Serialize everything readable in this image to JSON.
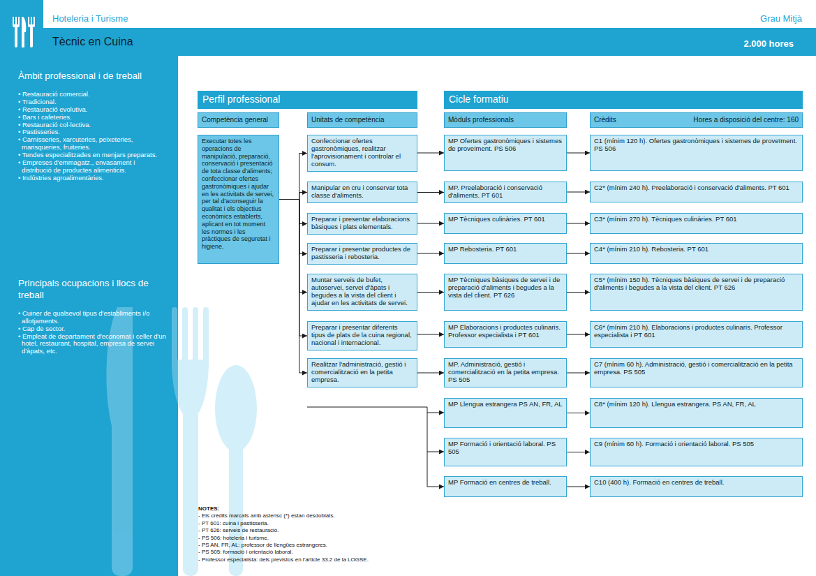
{
  "diagram": {
    "title": "Tècnic en Cuina",
    "nodes": [
      {
        "text": [
          "Perfil professional"
        ]
      },
      {
        "text": [
          "Cicle formatiu"
        ]
      },
      {
        "text": [
          "Competència general"
        ]
      },
      {
        "text": [
          "Unitats de competència"
        ]
      },
      {
        "text": [
          "Mòduls professionals"
        ]
      },
      {
        "text": [
          "Crèdits",
          "Hores a disposició del centre: 160"
        ]
      },
      {
        "text": [
          "Executar totes les operacions de manipulació, preparació, conservació i presentació de tota classe d'aliments; confeccionar ofertes gastronòmiques i ajudar en les activitats de servei, per tal d'aconseguir la qualitat i els objectius econòmics establerts, aplicant en tot moment les normes i les pràctiques de seguretat i higiene."
        ]
      },
      {
        "text": [
          "Confeccionar ofertes gastronòmiques, realitzar l'aprovisionament i controlar el consum."
        ]
      },
      {
        "text": [
          "Manipular en cru i conservar tota classe d'aliments."
        ]
      },
      {
        "text": [
          "Preparar i presentar elaboracions bàsiques i plats elementals."
        ]
      },
      {
        "text": [
          "Preparar i presentar productes de pastisseria i rebosteria."
        ]
      },
      {
        "text": [
          "Muntar serveis de bufet, autoservei, servei d'àpats i begudes a la vista del client i ajudar en les activitats de servei."
        ]
      },
      {
        "text": [
          "Preparar i presentar diferents tipus de plats de la cuina regional, nacional i internacional."
        ]
      },
      {
        "text": [
          "Realitzar l'administració, gestió i comercialització en la petita empresa."
        ]
      },
      {
        "text": [
          "MP Ofertes gastronòmiques i sistemes de proveïment. PS 506"
        ]
      },
      {
        "text": [
          "MP. Preelaboració i conservació d'aliments. PT 601"
        ]
      },
      {
        "text": [
          "MP Tècniques culinàries. PT 601"
        ]
      },
      {
        "text": [
          "MP Rebosteria. PT 601"
        ]
      },
      {
        "text": [
          "MP Tècniques bàsiques de servei i de preparació d'aliments i begudes a la vista del client. PT 626"
        ]
      },
      {
        "text": [
          "MP Elaboracions i productes culinaris. Professor especialista i PT 601"
        ]
      },
      {
        "text": [
          "MP. Administració, gestió i comercialització en la petita empresa. PS 505"
        ]
      },
      {
        "text": [
          "MP Llengua estrangera PS AN, FR, AL"
        ]
      },
      {
        "text": [
          "MP Formació i orientació laboral. PS 505"
        ]
      },
      {
        "text": [
          "MP Formació en centres de treball."
        ]
      },
      {
        "text": [
          "C1 (mínim 120 h). Ofertes gastronòmiques i sistemes de proveïment. PS 506"
        ]
      },
      {
        "text": [
          "C2* (mínim 240 h). Preelaboració i conservació d'aliments. PT 601"
        ]
      },
      {
        "text": [
          "C3* (mínim 270 h). Tècniques culinàries. PT 601"
        ]
      },
      {
        "text": [
          "C4* (mínim 210 h). Rebosteria. PT 601"
        ]
      },
      {
        "text": [
          "C5* (mínim 150 h). Tècniques bàsiques de servei i de preparació d'aliments i begudes a la vista del client. PT 626"
        ]
      },
      {
        "text": [
          "C6* (mínim 210 h). Elaboracions i productes culinaris. Professor especialista i PT 601"
        ]
      },
      {
        "text": [
          "C7 (mínim 60 h). Administració, gestió i comercialització en la petita empresa. PS 505"
        ]
      },
      {
        "text": [
          "C8* (mínim 120 h). Llengua estrangera. PS AN, FR, AL"
        ]
      },
      {
        "text": [
          "C9 (mínim 60 h). Formació i orientació laboral. PS 505"
        ]
      },
      {
        "text": [
          "C10 (400 h). Formació en centres de treball."
        ]
      }
    ],
    "edges": [
      {
        "from": 6,
        "to": 7,
        "arrow": "to"
      },
      {
        "from": 6,
        "to": 8,
        "arrow": "to"
      },
      {
        "from": 6,
        "to": 9,
        "arrow": "to"
      },
      {
        "from": 6,
        "to": 10,
        "arrow": "to"
      },
      {
        "from": 6,
        "to": 11,
        "arrow": "to"
      },
      {
        "from": 6,
        "to": 12,
        "arrow": "to"
      },
      {
        "from": 6,
        "to": 13,
        "arrow": "to"
      },
      {
        "from": 7,
        "to": 14,
        "arrow": "to"
      },
      {
        "from": 8,
        "to": 15,
        "arrow": "to"
      },
      {
        "from": 9,
        "to": 16,
        "arrow": "to"
      },
      {
        "from": 10,
        "to": 17,
        "arrow": "to"
      },
      {
        "from": 11,
        "to": 18,
        "arrow": "to"
      },
      {
        "from": 12,
        "to": 19,
        "arrow": "to"
      },
      {
        "from": 13,
        "to": 20,
        "arrow": "to"
      },
      {
        "from": 14,
        "to": 24,
        "arrow": "to"
      },
      {
        "from": 15,
        "to": 25,
        "arrow": "to"
      },
      {
        "from": 16,
        "to": 26,
        "arrow": "to"
      },
      {
        "from": 17,
        "to": 27,
        "arrow": "to"
      },
      {
        "from": 18,
        "to": 28,
        "arrow": "to"
      },
      {
        "from": 19,
        "to": 29,
        "arrow": "to"
      },
      {
        "from": 20,
        "to": 30,
        "arrow": "to"
      },
      {
        "from": 21,
        "to": 31,
        "arrow": "to"
      },
      {
        "from": 22,
        "to": 32,
        "arrow": "to"
      },
      {
        "from": 23,
        "to": 33,
        "arrow": "to"
      }
    ],
    "labels": [
      "Hoteleria i Turisme",
      "Grau Mitjà",
      "2.000 hores",
      "Àmbit professional i de treball",
      "• Restauració comercial.",
      "• Tradicional.",
      "• Restauració evolutiva.",
      "• Bars i cafeteries.",
      "• Restauració col·lectiva.",
      "• Pastisseries.",
      "• Carnisseries, xarcuteries, peixeteries, marisqueries, fruiteries.",
      "• Tendes especialitzades en menjars preparats.",
      "• Empreses d'emmagatz., envasament i distribució de productes alimenticis.",
      "• Indústries agroalimentàries.",
      "Principals ocupacions i llocs de treball",
      "• Cuiner de qualsevol tipus d'establiments i/o allotjaments.",
      "• Cap de sector.",
      "• Empleat de departament d'economat i celler d'un hotel, restaurant, hospital, empresa de servei d'àpats, etc.",
      "NOTES:",
      "- Els crèdits marcats amb asterisc (*) estan desdoblats.",
      "- PT 601: cuina i pastisseria.",
      "- PT 626: serveis de restauració.",
      "- PS 506: hoteleria i turisme.",
      "- PS AN, FR, AL: professor de llengües estrangeres.",
      "- PS 505: formació i orientació laboral.",
      "- Professor especialista: dels previstos en l'article 33.2 de la LOGSE."
    ]
  }
}
